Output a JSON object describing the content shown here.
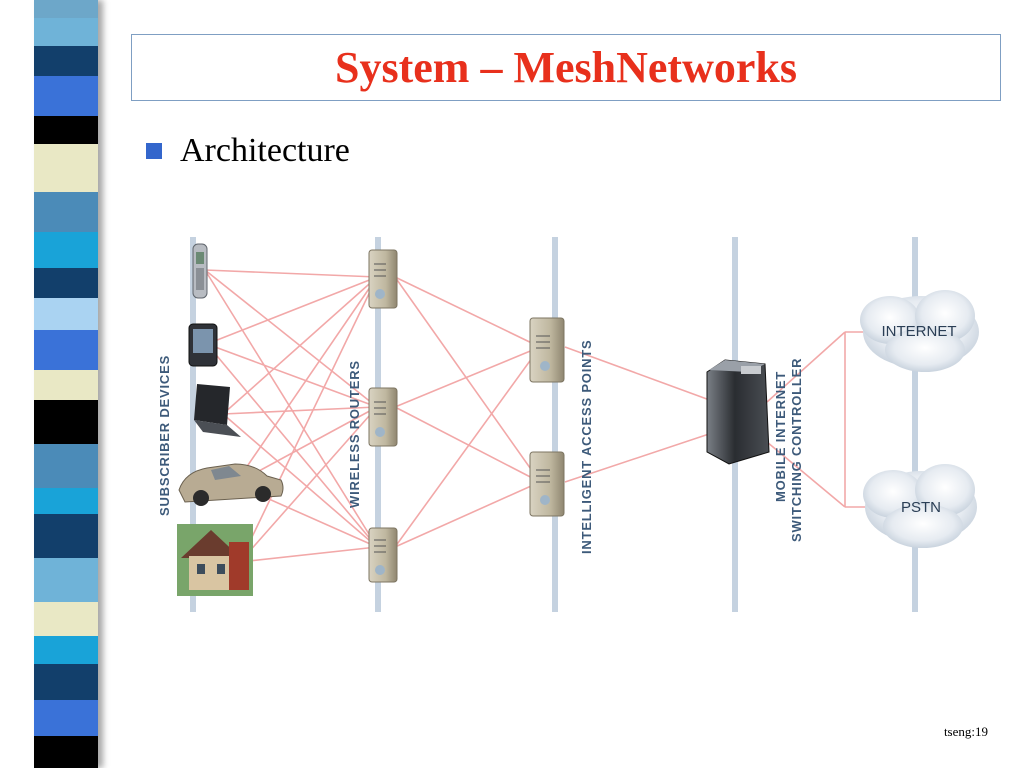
{
  "slide": {
    "title": "System – MeshNetworks",
    "bullet": "Architecture",
    "footer": "tseng:19"
  },
  "diagram": {
    "column_labels": {
      "subscriber_devices": "SUBSCRIBER DEVICES",
      "wireless_routers": "WIRELESS ROUTERS",
      "intelligent_access_points": "INTELLIGENT ACCESS POINTS",
      "controller_line1": "MOBILE INTERNET",
      "controller_line2": "SWITCHING CONTROLLER"
    },
    "clouds": {
      "internet": "INTERNET",
      "pstn": "PSTN"
    },
    "colors": {
      "link": "#f2a8a8",
      "column_line": "#c5d2e0",
      "label": "#3d5a7a",
      "title": "#e8301c",
      "bullet": "#3366cc"
    }
  }
}
